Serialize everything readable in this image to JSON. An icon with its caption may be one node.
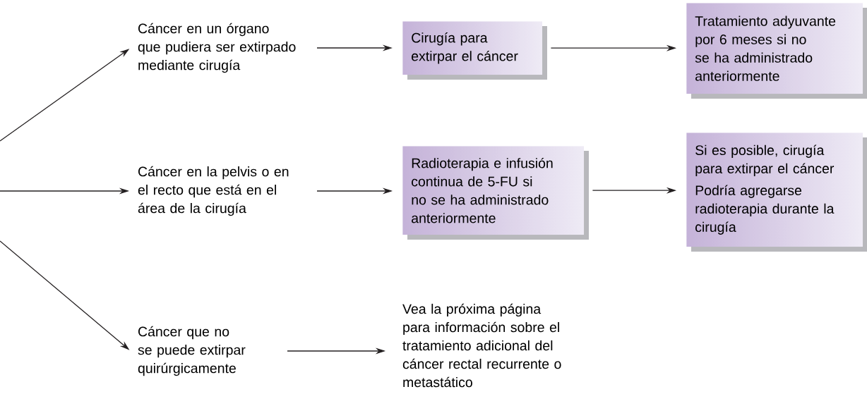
{
  "diagram": {
    "nodes": [
      {
        "text": [
          "Cáncer en un órgano que pudiera ser extirpado mediante cirugía"
        ]
      },
      {
        "text": [
          "Cirugía para extirpar el cáncer"
        ]
      },
      {
        "text": [
          "Tratamiento adyuvante por 6 meses si no se ha administrado anteriormente"
        ]
      },
      {
        "text": [
          "Cáncer en la pelvis o en el recto que está en el área de la cirugía"
        ]
      },
      {
        "text": [
          "Radioterapia e infusión continua de 5-FU si no se ha administrado anteriormente"
        ]
      },
      {
        "text": [
          "Si es posible, cirugía para extirpar el cáncer",
          "Podría agregarse radioterapia durante la cirugía"
        ]
      },
      {
        "text": [
          "Cáncer que no se puede extirpar quirúrgicamente"
        ]
      },
      {
        "text": [
          "Vea la próxima página para información sobre el tratamiento adicional del cáncer rectal recurrente o metastático"
        ]
      }
    ],
    "edges": [
      {
        "from": null,
        "to": 0,
        "arrow": "to"
      },
      {
        "from": null,
        "to": 3,
        "arrow": "to"
      },
      {
        "from": null,
        "to": 6,
        "arrow": "to"
      },
      {
        "from": 0,
        "to": 1,
        "arrow": "to"
      },
      {
        "from": 1,
        "to": 2,
        "arrow": "to"
      },
      {
        "from": 3,
        "to": 4,
        "arrow": "to"
      },
      {
        "from": 4,
        "to": 5,
        "arrow": "to"
      },
      {
        "from": 6,
        "to": 7,
        "arrow": "to"
      }
    ]
  }
}
